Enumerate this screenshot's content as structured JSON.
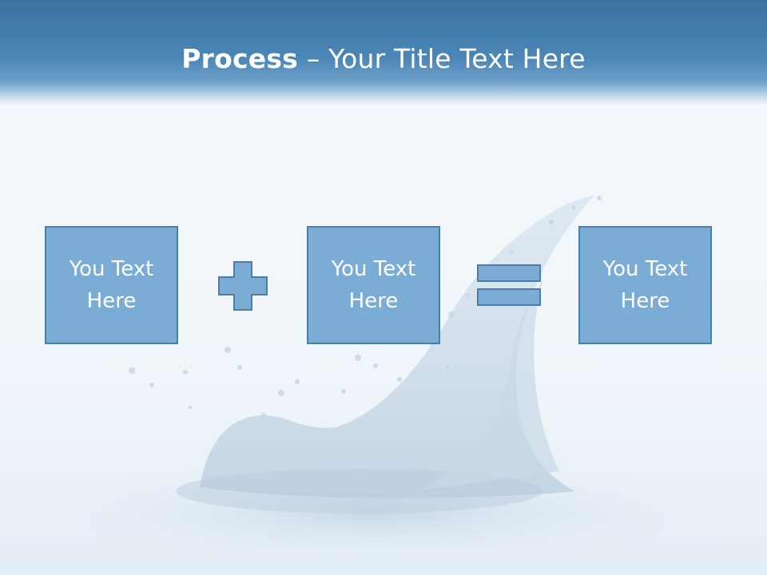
{
  "slide": {
    "title_bold": "Process",
    "title_rest": " – Your Title Text Here",
    "boxes": [
      {
        "text": "You Text Here"
      },
      {
        "text": "You Text Here"
      },
      {
        "text": "You Text Here"
      }
    ],
    "operators": [
      "plus-icon",
      "equals-icon"
    ],
    "background_image": "water-splash"
  },
  "colors": {
    "header": "#3a72a0",
    "box_fill": "#7aacd6",
    "box_border": "#4d7ea9",
    "text": "#ffffff",
    "background": "#f3f8fc"
  }
}
